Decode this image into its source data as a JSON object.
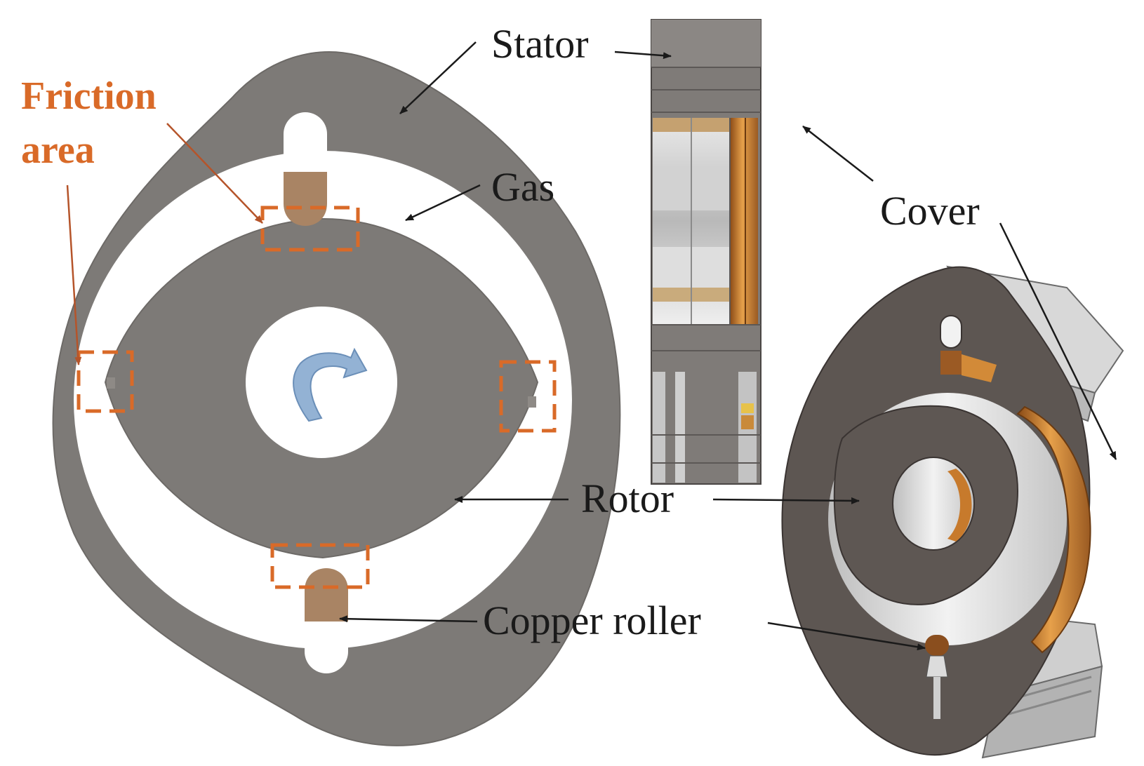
{
  "labels": {
    "stator": "Stator",
    "gas": "Gas",
    "cover": "Cover",
    "rotor": "Rotor",
    "copper_roller": "Copper roller",
    "friction_line1": "Friction",
    "friction_line2": "area"
  },
  "colors": {
    "stator_gray": "#7d7a77",
    "rotor_gray": "#7d7a77",
    "copper": "#a98464",
    "friction_orange": "#d96a28",
    "arrow_blue": "#7fa2c8",
    "dark_body": "#5d5652",
    "copper_bright": "#d9902e"
  },
  "icons": {
    "rotation": "rotation-arrow-icon"
  }
}
